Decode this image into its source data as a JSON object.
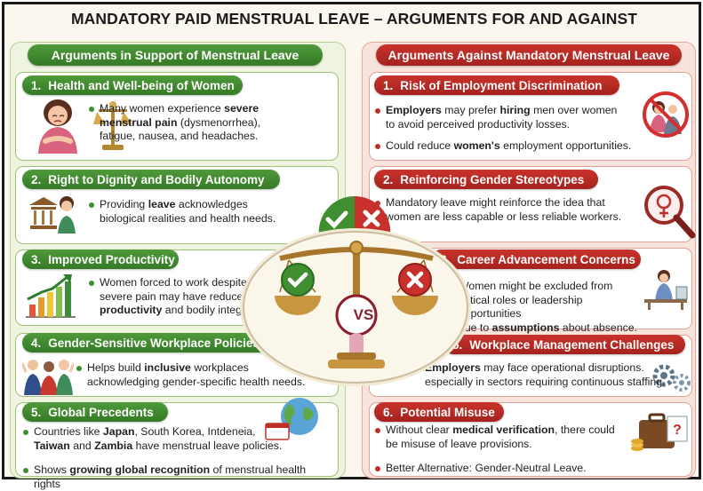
{
  "title": "MANDATORY PAID MENSTRUAL LEAVE – ARGUMENTS FOR AND AGAINST",
  "colors": {
    "green": "#3f8e30",
    "red": "#c0302a"
  },
  "left": {
    "header": "Arguments in Support of Menstrual Leave",
    "items": [
      {
        "num": "1.",
        "title": "Health and Well-being of Women",
        "b1_pre": "Many women experience ",
        "b1_bold": "severe",
        "b1_line2_bold": "menstrual pain",
        "b1_post": " (dysmenorrhea),",
        "b1_line3": "fatigue, nausea, and headaches.",
        "icon": "woman-pain-and-scale-icon"
      },
      {
        "num": "2.",
        "title": "Right to Dignity and Bodily Autonomy",
        "b1_pre": "Providing ",
        "b1_bold": "leave",
        "b1_post": " acknowledges",
        "b1_line2": "biological realities and health needs.",
        "icon": "woman-courthouse-icon"
      },
      {
        "num": "3.",
        "title": "Improved Productivity",
        "b1_line1": "Women forced to work despite",
        "b1_line2": "severe pain may have reduced",
        "b1_bold": "productivity",
        "b1_post": " and bodily integrity.",
        "icon": "growth-chart-icon"
      },
      {
        "num": "4.",
        "title": "Gender-Sensitive Workplace Policies",
        "b1_pre": "Helps build ",
        "b1_bold": "inclusive",
        "b1_post": " workplaces",
        "b1_line2": "acknowledging gender-specific health needs.",
        "icon": "diverse-workers-icon"
      },
      {
        "num": "5.",
        "title": "Global Precedents",
        "b1_pre": "Countries like ",
        "b1_bold1": "Japan",
        "b1_mid": ", South Korea, Intdeneia,",
        "b1_line2_bold": "Taiwan",
        "b1_line2_mid": " and ",
        "b1_line2_bold2": "Zambia",
        "b1_line2_post": " have menstrual leave policies.",
        "b2_pre": "Shows ",
        "b2_bold": "growing global recognition",
        "b2_post": " of menstrual health rights",
        "icon": "globe-calendar-icon"
      }
    ]
  },
  "right": {
    "header": "Arguments Against Mandatory Menstrual Leave",
    "items": [
      {
        "num": "1.",
        "title": "Risk of Employment Discrimination",
        "b1_bold": "Employers",
        "b1_mid": " may prefer ",
        "b1_bold2": "hiring",
        "b1_post": " men over women",
        "b1_line2": "to avoid perceived productivity losses.",
        "b2_pre": "Could reduce ",
        "b2_bold": "women's",
        "b2_post": " employment opportunities.",
        "icon": "no-hiring-icon"
      },
      {
        "num": "2.",
        "title": "Reinforcing Gender Stereotypes",
        "b1_line1": "Mandatory leave might reinforce the idea that",
        "b1_line2": "women are less capable or less reliable workers.",
        "icon": "magnifier-gender-icon"
      },
      {
        "num": "3.",
        "title": "Career Advancement Concerns",
        "b1_line1": "Women might be excluded from",
        "b1_line2": "critical roles or leadership opportunities",
        "b1_pre3": "due to ",
        "b1_bold": "assumptions",
        "b1_post": " about absence.",
        "icon": "woman-desk-icon"
      },
      {
        "num": "5.",
        "title": "Workplace Management Challenges",
        "b1_bold": "Employers",
        "b1_post": " may face operational disruptions.",
        "b1_line2": "especially in sectors requiring continuous staffing.",
        "icon": "gears-icon"
      },
      {
        "num": "6.",
        "title": "Potential Misuse",
        "b1_pre": "Without clear ",
        "b1_bold": "medical verification",
        "b1_post": ", there could",
        "b1_line2": "be misuse of leave provisions.",
        "b2": "Better Alternative: Gender-Neutral Leave.",
        "icon": "briefcase-coins-icon"
      }
    ]
  },
  "center": {
    "vs": "VS",
    "icon": "balance-scale-icon"
  }
}
